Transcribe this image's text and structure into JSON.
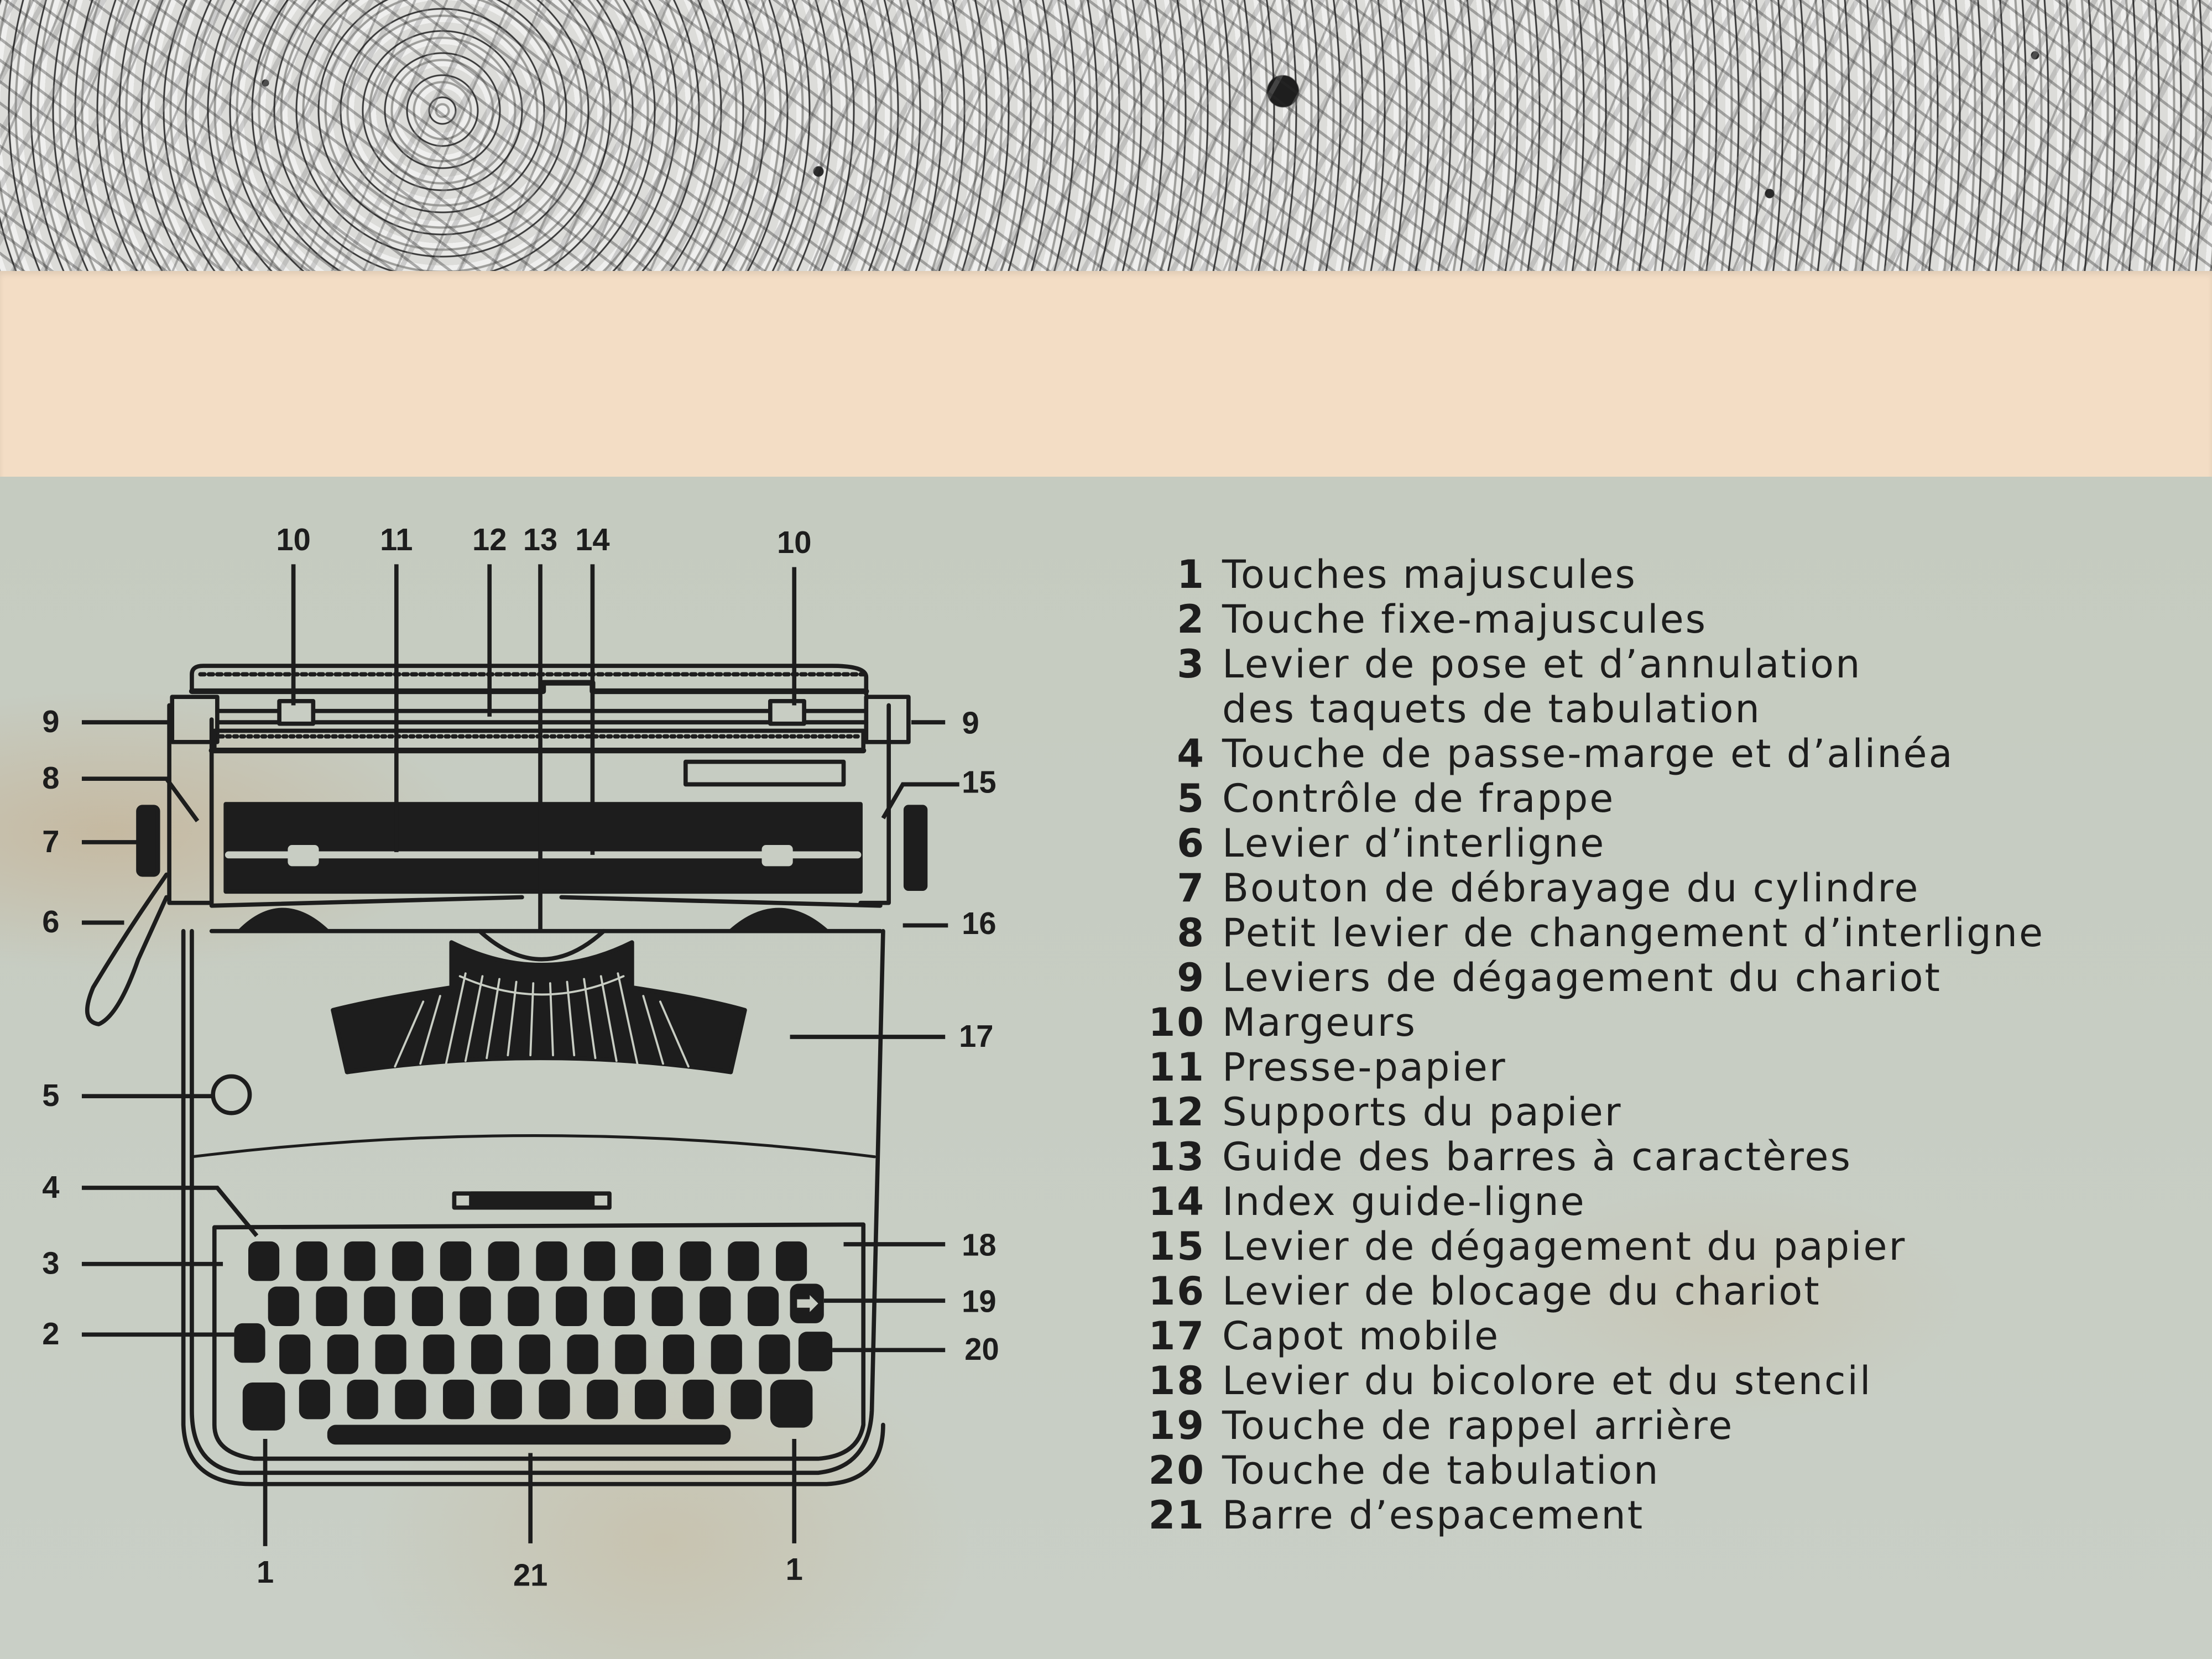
{
  "diagram": {
    "callouts_top": [
      "10",
      "11",
      "12",
      "13",
      "14",
      "10"
    ],
    "callouts_left": [
      "9",
      "8",
      "7",
      "6",
      "5",
      "4",
      "3",
      "2"
    ],
    "callouts_right": [
      "9",
      "15",
      "16",
      "17",
      "18",
      "19",
      "20"
    ],
    "callouts_bottom": [
      "1",
      "21",
      "1"
    ]
  },
  "legend": {
    "items": [
      {
        "num": "1",
        "text": "Touches majuscules"
      },
      {
        "num": "2",
        "text": "Touche fixe-majuscules"
      },
      {
        "num": "3",
        "text": "Levier de pose et d’annulation",
        "cont": "des taquets de tabulation"
      },
      {
        "num": "4",
        "text": "Touche de passe-marge et d’alinéa"
      },
      {
        "num": "5",
        "text": "Contrôle de frappe"
      },
      {
        "num": "6",
        "text": "Levier d’interligne"
      },
      {
        "num": "7",
        "text": "Bouton de débrayage du cylindre"
      },
      {
        "num": "8",
        "text": "Petit levier de changement d’interligne"
      },
      {
        "num": "9",
        "text": "Leviers de dégagement du chariot"
      },
      {
        "num": "10",
        "text": "Margeurs"
      },
      {
        "num": "11",
        "text": "Presse-papier"
      },
      {
        "num": "12",
        "text": "Supports du papier"
      },
      {
        "num": "13",
        "text": "Guide des barres à caractères"
      },
      {
        "num": "14",
        "text": "Index guide-ligne"
      },
      {
        "num": "15",
        "text": "Levier de dégagement du papier"
      },
      {
        "num": "16",
        "text": "Levier de blocage du chariot"
      },
      {
        "num": "17",
        "text": "Capot mobile"
      },
      {
        "num": "18",
        "text": "Levier du bicolore et du stencil"
      },
      {
        "num": "19",
        "text": "Touche de rappel arrière"
      },
      {
        "num": "20",
        "text": "Touche de tabulation"
      },
      {
        "num": "21",
        "text": "Barre d’espacement"
      }
    ]
  },
  "colors": {
    "card": "#c8cdc3",
    "paper_strip": "#f3ddc5",
    "ink": "#1d1d1d"
  }
}
